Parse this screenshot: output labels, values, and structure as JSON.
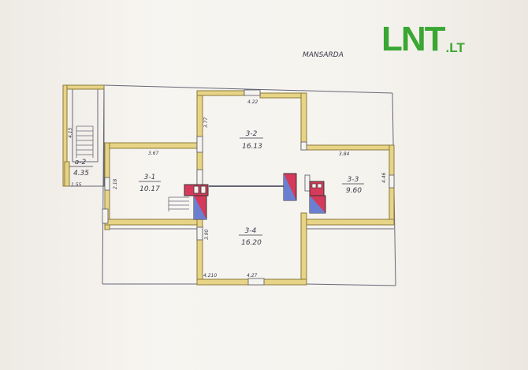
{
  "logo": {
    "main": "LNT",
    "tld": ".LT"
  },
  "plan_title": "MANSARDA",
  "rooms": [
    {
      "id": "a-2",
      "code": "a-2",
      "area": "4.35"
    },
    {
      "id": "3-1",
      "code": "3-1",
      "area": "10.17"
    },
    {
      "id": "3-2",
      "code": "3-2",
      "area": "16.13"
    },
    {
      "id": "3-3",
      "code": "3-3",
      "area": "9.60"
    },
    {
      "id": "3-4",
      "code": "3-4",
      "area": "16.20"
    }
  ],
  "dimensions": {
    "stair_side": "4.15",
    "a2_bottom": "1.55",
    "r31_top": "3.67",
    "r31_side": "2.18",
    "r32_top": "4.22",
    "r32_side": "3.77",
    "r33_top": "3.84",
    "r33_side": "4.46",
    "r34_side": "3.90",
    "r34_bottom_left": "4.210",
    "r34_bottom_mid": "4.27"
  },
  "colors": {
    "wall": "#e8d486",
    "wall_edge": "#8a7a3a",
    "chimney": "#d63a5a",
    "duct": "#6b7fd0",
    "line": "#555566"
  }
}
